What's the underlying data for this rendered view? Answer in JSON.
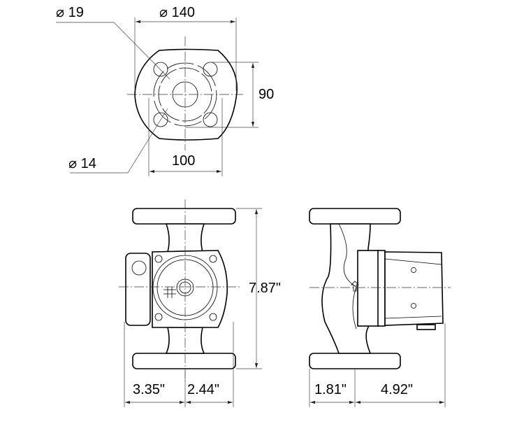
{
  "top_view": {
    "dim_bolt_hole_large": "⌀ 19",
    "dim_flange_diameter": "⌀ 140",
    "dim_bolt_spacing_vertical": "90",
    "dim_bolt_hole_small": "⌀ 14",
    "dim_bolt_spacing_horizontal": "100"
  },
  "front_view": {
    "dim_height": "7.87\"",
    "dim_left_width": "3.35\"",
    "dim_right_width": "2.44\""
  },
  "side_view": {
    "dim_flange_to_center": "1.81\"",
    "dim_motor_length": "4.92\""
  }
}
